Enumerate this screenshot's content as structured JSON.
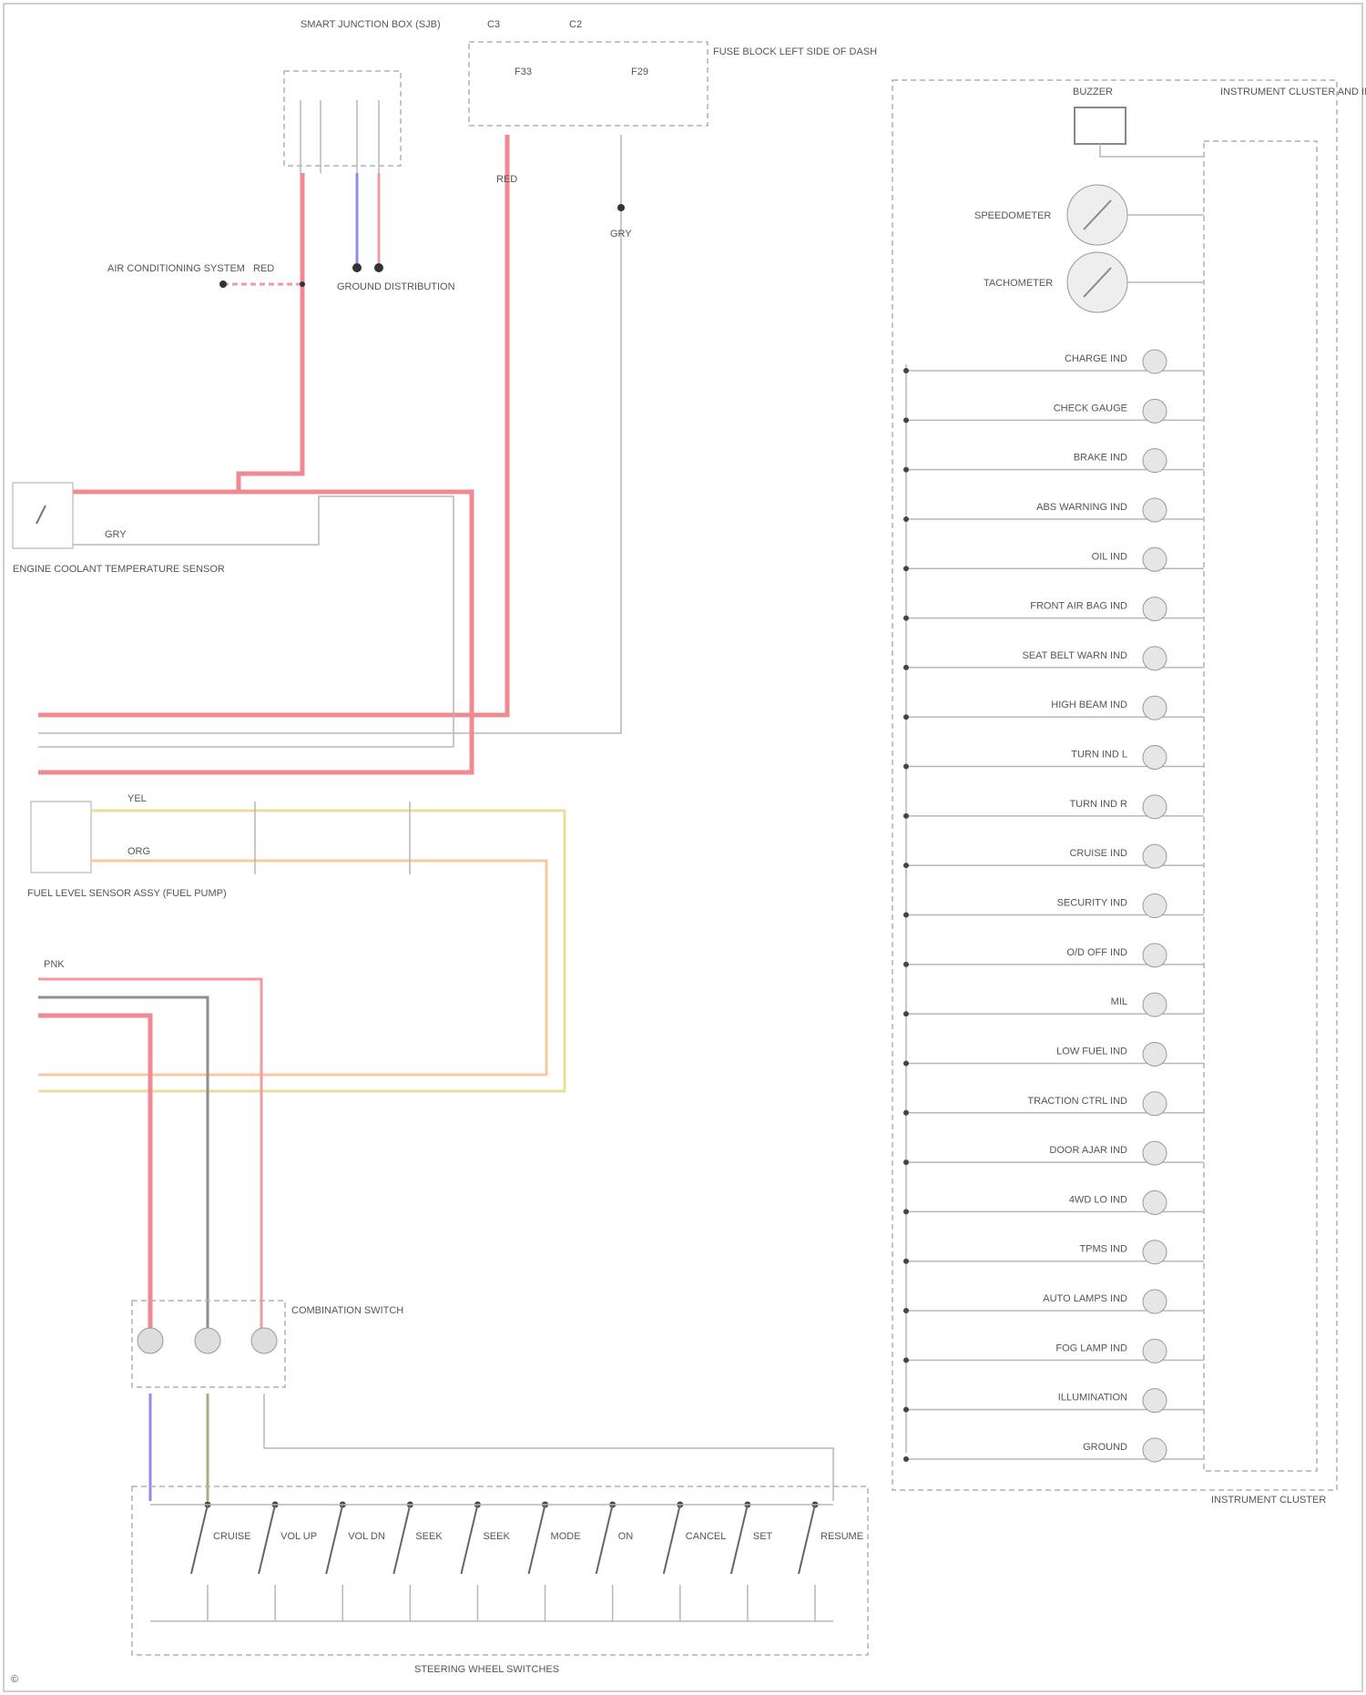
{
  "top": {
    "smart_junction_label": "SMART JUNCTION BOX (SJB)",
    "pin_a": "C3",
    "pin_b": "C2",
    "fuse_left_label": "F33",
    "fuse_right_label": "F29",
    "fuse_panel_label": "FUSE BLOCK LEFT SIDE OF DASH",
    "wire_red_label": "RED",
    "wire_gray_label": "GRY"
  },
  "left": {
    "ac_label": "AIR CONDITIONING SYSTEM",
    "ground_label": "GROUND DISTRIBUTION",
    "sensor_label": "ENGINE COOLANT TEMPERATURE SENSOR",
    "fuel_label": "FUEL LEVEL SENSOR ASSY (FUEL PUMP)",
    "combination_label": "COMBINATION SWITCH",
    "switch_panel_label": "STEERING WHEEL SWITCHES",
    "red": "RED",
    "gray": "GRY",
    "orange": "ORG",
    "yellow": "YEL",
    "blue": "BLU",
    "pink": "PNK",
    "brown": "BRN",
    "switches": [
      "CRUISE",
      "VOL UP",
      "VOL DN",
      "SEEK",
      "SEEK",
      "MODE",
      "ON",
      "CANCEL",
      "SET",
      "RESUME"
    ]
  },
  "cluster": {
    "title": "INSTRUMENT CLUSTER AND INFORMATION CENTER",
    "buzzer": "BUZZER",
    "gauge_1": "SPEEDOMETER",
    "gauge_2": "TACHOMETER",
    "footer": "INSTRUMENT CLUSTER",
    "indicators": [
      "CHARGE IND",
      "CHECK GAUGE",
      "BRAKE IND",
      "ABS WARNING IND",
      "OIL IND",
      "FRONT AIR BAG IND",
      "SEAT BELT WARN IND",
      "HIGH BEAM IND",
      "TURN IND L",
      "TURN IND R",
      "CRUISE IND",
      "SECURITY IND",
      "O/D OFF IND",
      "MIL",
      "LOW FUEL IND",
      "TRACTION CTRL IND",
      "DOOR AJAR IND",
      "4WD LO IND",
      "TPMS IND",
      "AUTO LAMPS IND",
      "FOG LAMP IND",
      "ILLUMINATION",
      "GROUND"
    ]
  }
}
